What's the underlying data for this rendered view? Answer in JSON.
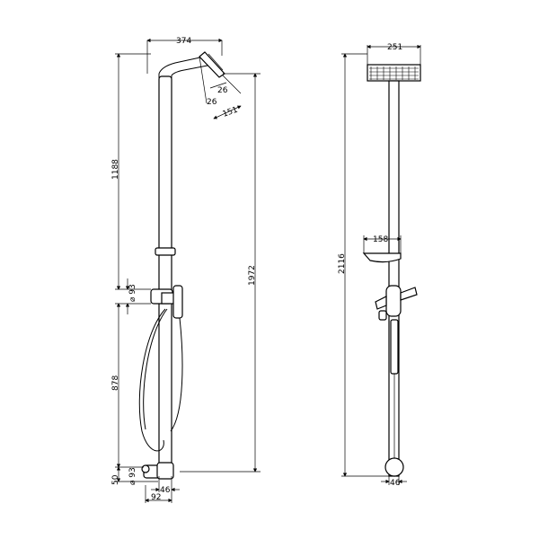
{
  "dimensions": {
    "side_view": {
      "head_offset": "374",
      "total_height_left": "1188",
      "lower_height": "878",
      "valve_dia_upper": "⌀ 93",
      "valve_dia_lower": "⌀ 93",
      "bottom_small": "50",
      "pipe_dia": "46",
      "wall_offset": "92",
      "rise": "1972",
      "head_angle_a": "26",
      "head_angle_b": "26",
      "head_size": "151"
    },
    "front_view": {
      "head_width": "251",
      "shelf_width": "158",
      "overall_height": "2116",
      "pipe_dia": "46"
    }
  }
}
